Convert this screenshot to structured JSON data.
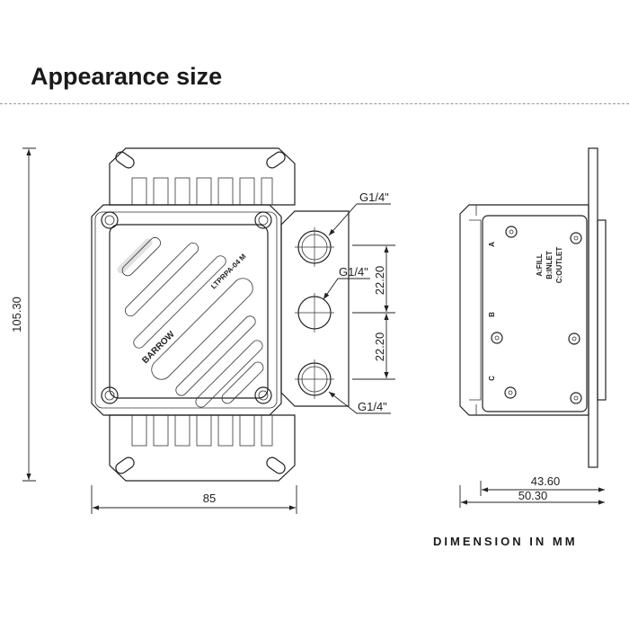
{
  "header": {
    "title": "Appearance size"
  },
  "front_view": {
    "width_label": "85",
    "height_label": "105.30",
    "port_spacing_labels": [
      "22.20",
      "22.20"
    ],
    "port_labels": [
      "G1/4\"",
      "G1/4\"",
      "G1/4\""
    ],
    "model_text": "LTPRPA-04 M",
    "brand_text": "BARROW"
  },
  "side_view": {
    "port_letters": [
      "A",
      "B",
      "C"
    ],
    "legend_lines": [
      "A:FILL",
      "B:INLET",
      "C:OUTLET"
    ],
    "depth_labels": [
      "43.60",
      "50.30"
    ]
  },
  "footer": {
    "units_note": "DIMENSION IN MM"
  }
}
